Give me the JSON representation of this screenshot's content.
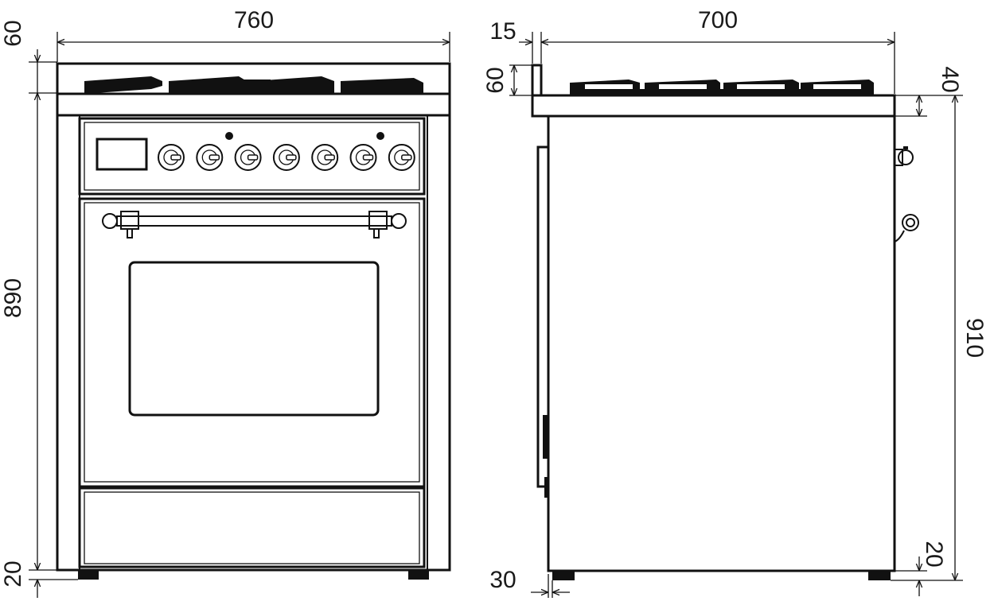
{
  "front_view": {
    "width": "760",
    "top_offset": "60",
    "height": "890",
    "bottom_offset": "20",
    "knob_count": 7
  },
  "side_view": {
    "depth": "700",
    "rear_offset": "15",
    "backguard_height": "60",
    "top_step": "40",
    "total_height": "910",
    "feet_height": "20",
    "feet_offset": "30"
  }
}
